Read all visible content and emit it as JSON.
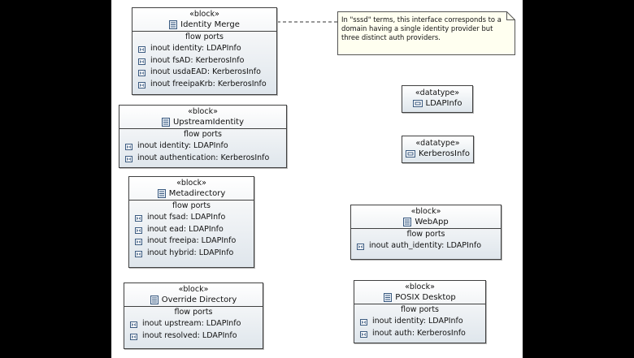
{
  "block_stereotype": "«block»",
  "datatype_stereotype": "«datatype»",
  "compartment_title": "flow ports",
  "note": {
    "text": "In \"sssd\" terms, this interface corresponds to a domain having a single identity provider but three distinct auth providers."
  },
  "blocks": {
    "identity_merge": {
      "name": "Identity Merge",
      "ports": [
        "inout identity: LDAPInfo",
        "inout fsAD: KerberosInfo",
        "inout usdaEAD: KerberosInfo",
        "inout freeipaKrb: KerberosInfo"
      ]
    },
    "upstream_identity": {
      "name": "UpstreamIdentity",
      "ports": [
        "inout identity: LDAPInfo",
        "inout authentication: KerberosInfo"
      ]
    },
    "metadirectory": {
      "name": "Metadirectory",
      "ports": [
        "inout fsad: LDAPInfo",
        "inout ead: LDAPInfo",
        "inout freeipa: LDAPInfo",
        "inout hybrid: LDAPInfo"
      ]
    },
    "override_directory": {
      "name": "Override Directory",
      "ports": [
        "inout upstream: LDAPInfo",
        "inout resolved: LDAPInfo"
      ]
    },
    "webapp": {
      "name": "WebApp",
      "ports": [
        "inout auth_identity: LDAPInfo"
      ]
    },
    "posix_desktop": {
      "name": "POSIX Desktop",
      "ports": [
        "inout identity: LDAPInfo",
        "inout auth: KerberosInfo"
      ]
    }
  },
  "datatypes": {
    "ldapinfo": {
      "name": "LDAPInfo"
    },
    "kerberosinfo": {
      "name": "KerberosInfo"
    }
  },
  "colors": {
    "background": "#000000",
    "canvas": "#ffffff",
    "block_border": "#404040",
    "note_fill": "#fffff0"
  },
  "icons": {
    "block": "block-icon",
    "port": "flow-port-icon",
    "datatype": "datatype-icon"
  }
}
